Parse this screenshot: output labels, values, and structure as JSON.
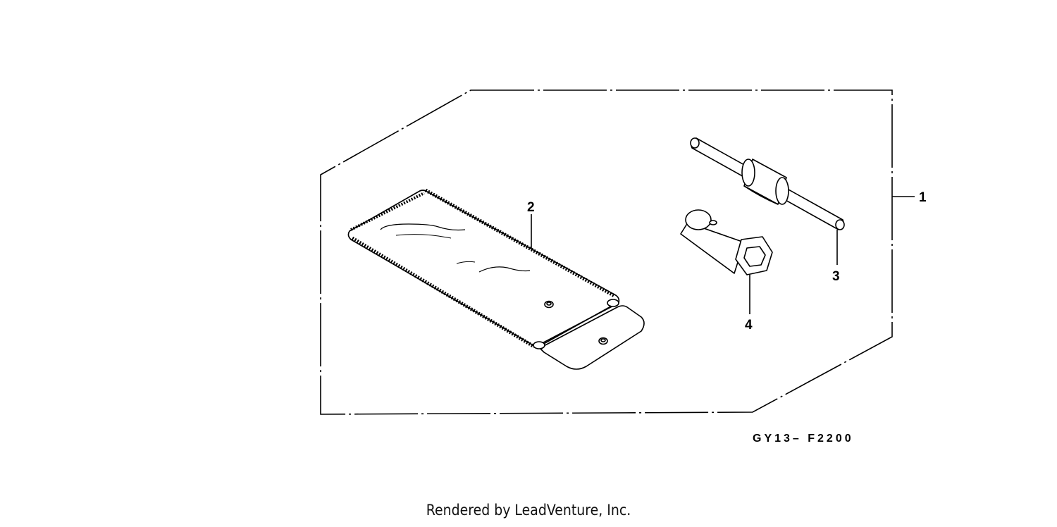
{
  "diagram": {
    "callouts": [
      {
        "id": "1",
        "label": "1"
      },
      {
        "id": "2",
        "label": "2"
      },
      {
        "id": "3",
        "label": "3"
      },
      {
        "id": "4",
        "label": "4"
      }
    ],
    "drawing_code": "GY13– F2200"
  },
  "footer": {
    "text": "Rendered by LeadVenture, Inc."
  },
  "colors": {
    "line": "#000000",
    "background": "#ffffff"
  }
}
